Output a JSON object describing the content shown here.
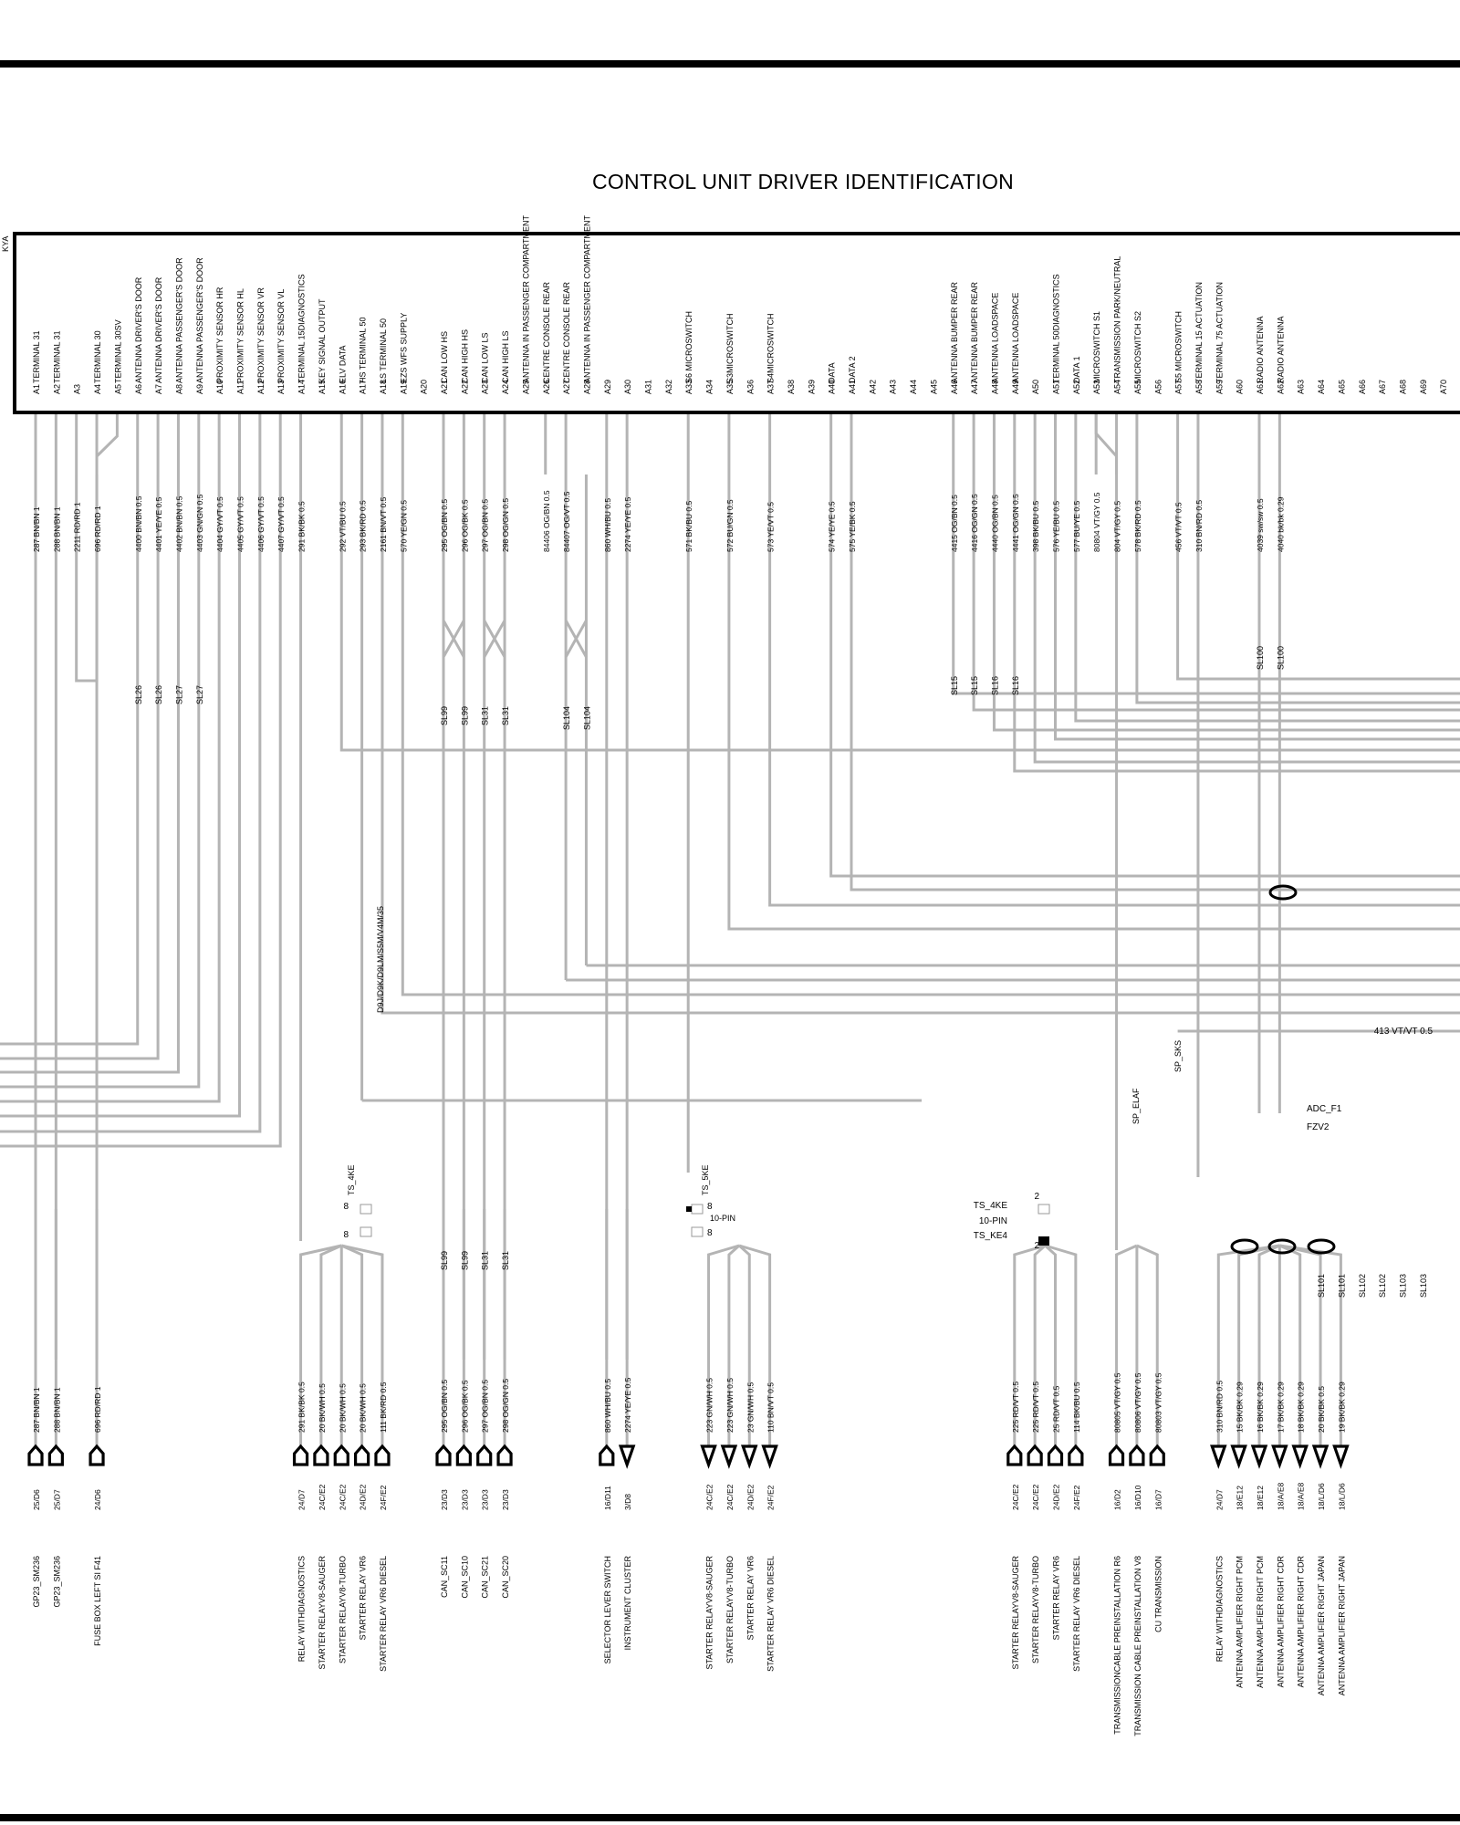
{
  "title": "CONTROL UNIT DRIVER IDENTIFICATION",
  "unit_code": "KYA",
  "pins": [
    {
      "pin": "A1",
      "label": "TERMINAL 31",
      "wire": "287 BN/BN 1"
    },
    {
      "pin": "A2",
      "label": "TERMINAL 31",
      "wire": "288 BN/BN 1"
    },
    {
      "pin": "A3",
      "label": "",
      "wire": "2211 RD/RD 1"
    },
    {
      "pin": "A4",
      "label": "TERMINAL 30",
      "wire": "696 RD/RD 1"
    },
    {
      "pin": "A5",
      "label": "TERMINAL 30SV",
      "wire": ""
    },
    {
      "pin": "A6",
      "label": "ANTENNA DRIVER'S DOOR",
      "wire": "4400 BN/BN 0.5"
    },
    {
      "pin": "A7",
      "label": "ANTENNA DRIVER'S DOOR",
      "wire": "4401 YE/YE 0.5"
    },
    {
      "pin": "A8",
      "label": "ANTENNA PASSENGER'S DOOR",
      "wire": "4402 BN/BN 0.5"
    },
    {
      "pin": "A9",
      "label": "ANTENNA PASSENGER'S DOOR",
      "wire": "4403 GN/GN 0.5"
    },
    {
      "pin": "A10",
      "label": "PROXIMITY SENSOR HR",
      "wire": "4404 GY/VT 0.5"
    },
    {
      "pin": "A11",
      "label": "PROXIMITY SENSOR HL",
      "wire": "4405 GY/VT 0.5"
    },
    {
      "pin": "A12",
      "label": "PROXIMITY SENSOR VR",
      "wire": "4406 GY/VT 0.5"
    },
    {
      "pin": "A13",
      "label": "PROXIMITY SENSOR VL",
      "wire": "4407 GY/VT 0.5"
    },
    {
      "pin": "A14",
      "label": "TERMINAL 15DIAGNOSTICS",
      "wire": "291 BK/BK 0.5"
    },
    {
      "pin": "A15",
      "label": "KEY SIGNAL OUTPUT",
      "wire": ""
    },
    {
      "pin": "A16",
      "label": "ELV DATA",
      "wire": "292 VT/BU 0.5"
    },
    {
      "pin": "A17",
      "label": "HS TERMINAL 50",
      "wire": "293 BK/RD 0.5"
    },
    {
      "pin": "A18",
      "label": "LS TERMINAL 50",
      "wire": "2161 BN/VT 0.5"
    },
    {
      "pin": "A19",
      "label": "EZS WFS SUPPLY",
      "wire": "570 YE/GN 0.5"
    },
    {
      "pin": "A20",
      "label": "",
      "wire": ""
    },
    {
      "pin": "A21",
      "label": "CAN LOW HS",
      "wire": "295 OG/BN 0.5"
    },
    {
      "pin": "A22",
      "label": "CAN HIGH HS",
      "wire": "296 OG/BK 0.5"
    },
    {
      "pin": "A23",
      "label": "CAN LOW LS",
      "wire": "297 OG/BN 0.5"
    },
    {
      "pin": "A24",
      "label": "CAN HIGH LS",
      "wire": "298 OG/GN 0.5"
    },
    {
      "pin": "A25",
      "label": "ANTENNA IN PASSENGER COMPARTMENT",
      "wire": ""
    },
    {
      "pin": "A26",
      "label": "CENTRE CONSOLE REAR",
      "wire": "84406 OG/BN 0.5"
    },
    {
      "pin": "A27",
      "label": "CENTRE CONSOLE REAR",
      "wire": "84407 OG/VT 0.5"
    },
    {
      "pin": "A28",
      "label": "ANTENNA IN PASSENGER COMPARTMENT",
      "wire": ""
    },
    {
      "pin": "A29",
      "label": "",
      "wire": "860 WH/BU 0.5"
    },
    {
      "pin": "A30",
      "label": "",
      "wire": "2274 YE/YE 0.5"
    },
    {
      "pin": "A31",
      "label": "",
      "wire": ""
    },
    {
      "pin": "A32",
      "label": "",
      "wire": ""
    },
    {
      "pin": "A33",
      "label": "S6 MICROSWITCH",
      "wire": "571 BK/BU 0.5"
    },
    {
      "pin": "A34",
      "label": "",
      "wire": ""
    },
    {
      "pin": "A35",
      "label": "S3MICROSWITCH",
      "wire": "572 BU/GN 0.5"
    },
    {
      "pin": "A36",
      "label": "",
      "wire": ""
    },
    {
      "pin": "A37",
      "label": "S4MICROSWITCH",
      "wire": "573 YE/VT 0.5"
    },
    {
      "pin": "A38",
      "label": "",
      "wire": ""
    },
    {
      "pin": "A39",
      "label": "",
      "wire": ""
    },
    {
      "pin": "A40",
      "label": "DATA",
      "wire": "574 YE/YE 0.5"
    },
    {
      "pin": "A41",
      "label": "DATA 2",
      "wire": "575 YE/BK 0.5"
    },
    {
      "pin": "A42",
      "label": "",
      "wire": ""
    },
    {
      "pin": "A43",
      "label": "",
      "wire": ""
    },
    {
      "pin": "A44",
      "label": "",
      "wire": ""
    },
    {
      "pin": "A45",
      "label": "",
      "wire": ""
    },
    {
      "pin": "A46",
      "label": "ANTENNA BUMPER REAR",
      "wire": "4415 OG/BN 0.5"
    },
    {
      "pin": "A47",
      "label": "ANTENNA BUMPER REAR",
      "wire": "4416 OG/GN 0.5"
    },
    {
      "pin": "A48",
      "label": "ANTENNA LOADSPACE",
      "wire": "4440 OG/BN 0.5"
    },
    {
      "pin": "A49",
      "label": "ANTENNA LOADSPACE",
      "wire": "4441 OG/GN 0.5"
    },
    {
      "pin": "A50",
      "label": "",
      "wire": "398 BK/BU 0.5"
    },
    {
      "pin": "A51",
      "label": "TERMINAL 50DIAGNOSTICS",
      "wire": "576 YE/BU 0.5"
    },
    {
      "pin": "A52",
      "label": "DATA 1",
      "wire": "577 BU/YE 0.5"
    },
    {
      "pin": "A53",
      "label": "MICROSWITCH S1",
      "wire": "80804 VT/GY 0.5"
    },
    {
      "pin": "A54",
      "label": "TRANSMISSION PARK/NEUTRAL",
      "wire": "804 VT/GY 0.5"
    },
    {
      "pin": "A55",
      "label": "MICROSWITCH S2",
      "wire": "578 BK/RD 0.5"
    },
    {
      "pin": "A56",
      "label": "",
      "wire": ""
    },
    {
      "pin": "A57",
      "label": "S5 MICROSWITCH",
      "wire": "456 VT/VT 0.5"
    },
    {
      "pin": "A58",
      "label": "TERMINAL 15 ACTUATION",
      "wire": "310 BN/RD 0.5"
    },
    {
      "pin": "A59",
      "label": "TERMINAL 75 ACTUATION",
      "wire": ""
    },
    {
      "pin": "A60",
      "label": "",
      "wire": ""
    },
    {
      "pin": "A61",
      "label": "RADIO ANTENNA",
      "wire": "4039 sw/sw 0.5"
    },
    {
      "pin": "A62",
      "label": "RADIO ANTENNA",
      "wire": "4040 bk/bk 0.29"
    },
    {
      "pin": "A63",
      "label": "",
      "wire": ""
    },
    {
      "pin": "A64",
      "label": "",
      "wire": ""
    },
    {
      "pin": "A65",
      "label": "",
      "wire": ""
    },
    {
      "pin": "A66",
      "label": "",
      "wire": ""
    },
    {
      "pin": "A67",
      "label": "",
      "wire": ""
    },
    {
      "pin": "A68",
      "label": "",
      "wire": ""
    },
    {
      "pin": "A69",
      "label": "",
      "wire": ""
    },
    {
      "pin": "A70",
      "label": "",
      "wire": ""
    }
  ],
  "splices": {
    "sl26": "SL26",
    "sl27": "SL27",
    "sl99": "SL99",
    "sl31": "SL31",
    "sl104": "SL104",
    "sl15": "SL15",
    "sl16": "SL16",
    "sl100": "SL100",
    "sl101": "SL101",
    "sl102": "SL102",
    "sl103": "SL103"
  },
  "vertical_note": "D9J/D9K/D9LM/S5M/V4M/35",
  "connectors": {
    "ts_4ke": "TS_4KE",
    "ts_5ke": "TS_5KE",
    "ts_ke4": "TS_KE4",
    "pin8": "8",
    "pin2": "2",
    "ten_pin": "10-PIN",
    "sp_sks": "SP_SKS",
    "sp_elaf": "SP_ELAF",
    "adc_f1": "ADC_F1",
    "fzv2": "FZV2",
    "wire_413": "413 VT/VT 0.5"
  },
  "bottom_groups": [
    {
      "wires": [
        "287 BN/BN 1",
        "288 BN/BN 1"
      ],
      "refs": [
        "25/D6",
        "25/D7"
      ],
      "dests": [
        "GP23_SM236",
        "GP23_SM236"
      ],
      "arrow": "up"
    },
    {
      "wires": [
        "696 RD/RD 1"
      ],
      "refs": [
        "24/D6"
      ],
      "dests": [
        "FUSE BOX LEFT SI F41"
      ],
      "arrow": "up"
    },
    {
      "wires": [
        "291 BK/BK 0.5",
        "20 BK/WH 0.5",
        "20 BK/WH 0.5",
        "20 BK/WH 0.5",
        "111 BK/RD 0.5"
      ],
      "refs": [
        "24/D7",
        "24C/E2",
        "24C/E2",
        "24D/E2",
        "24F/E2"
      ],
      "dests": [
        "RELAY WITHDIAGNOSTICS",
        "STARTER RELAYV8-SAUGER",
        "STARTER RELAYV8-TURBO",
        "STARTER RELAY VR6",
        "STARTER RELAY VR6 DIESEL"
      ],
      "arrow": "up"
    },
    {
      "wires": [
        "295 OG/BN 0.5",
        "296 OG/BK 0.5",
        "297 OG/BN 0.5",
        "298 OG/GN 0.5"
      ],
      "refs": [
        "23/D3",
        "23/D3",
        "23/D3",
        "23/D3"
      ],
      "dests": [
        "CAN_SC11",
        "CAN_SC10",
        "CAN_SC21",
        "CAN_SC20"
      ],
      "arrow": "up"
    },
    {
      "wires": [
        "860 WH/BU 0.5",
        "2274 YE/YE 0.5"
      ],
      "refs": [
        "16/D11",
        "3/D8"
      ],
      "dests": [
        "SELECTOR LEVER SWITCH",
        "INSTRUMENT CLUSTER"
      ],
      "arrow": "mixed"
    },
    {
      "wires": [
        "223 GN/WH 0.5",
        "223 GN/WH 0.5",
        "23 GN/WH 0.5",
        "110 BN/VT 0.5"
      ],
      "refs": [
        "24C/E2",
        "24C/E2",
        "24D/E2",
        "24F/E2"
      ],
      "dests": [
        "STARTER RELAYV8-SAUGER",
        "STARTER RELAYV8-TURBO",
        "STARTER RELAY VR6",
        "STARTER RELAY VR6 DIESEL"
      ],
      "arrow": "down"
    },
    {
      "wires": [
        "225 RD/VT 0.5",
        "225 RD/VT 0.5",
        "25 RD/VT 0.5",
        "114 BK/BU 0.5"
      ],
      "refs": [
        "24C/E2",
        "24C/E2",
        "24D/E2",
        "24F/E2"
      ],
      "dests": [
        "STARTER RELAYV8-SAUGER",
        "STARTER RELAYV8-TURBO",
        "STARTER RELAY VR6",
        "STARTER RELAY VR6 DIESEL"
      ],
      "arrow": "up"
    },
    {
      "wires": [
        "80805 VT/GY 0.5",
        "80806 VT/GY 0.5",
        "80803 VT/GY 0.5"
      ],
      "refs": [
        "16/D2",
        "16/D10",
        "16/D7"
      ],
      "dests": [
        "TRANSMISSIONCABLE PREINSTALLATION R6",
        "TRANSMISSION CABLE PREINSTALLATION V8",
        "CU TRANSMISSION"
      ],
      "arrow": "up"
    },
    {
      "wires": [
        "310 BN/RD 0.5",
        "15 BK/BK 0.29",
        "16 BK/BK 0.29",
        "17 BK/BK 0.29",
        "18 BK/BK 0.29",
        "20 BK/BK 0.5",
        "19 BK/BK 0.29"
      ],
      "refs": [
        "24/D7",
        "18/E12",
        "18/E12",
        "18/A/E8",
        "18/A/E8",
        "18/L/D6",
        "18/L/D6"
      ],
      "dests": [
        "RELAY WITHDIAGNOSTICS",
        "ANTENNA AMPLIFIER RIGHT PCM",
        "ANTENNA AMPLIFIER RIGHT PCM",
        "ANTENNA AMPLIFIER RIGHT CDR",
        "ANTENNA AMPLIFIER RIGHT CDR",
        "ANTENNA AMPLIFIER RIGHT JAPAN",
        "ANTENNA AMPLIFIER RIGHT JAPAN"
      ],
      "arrow": "down"
    }
  ]
}
